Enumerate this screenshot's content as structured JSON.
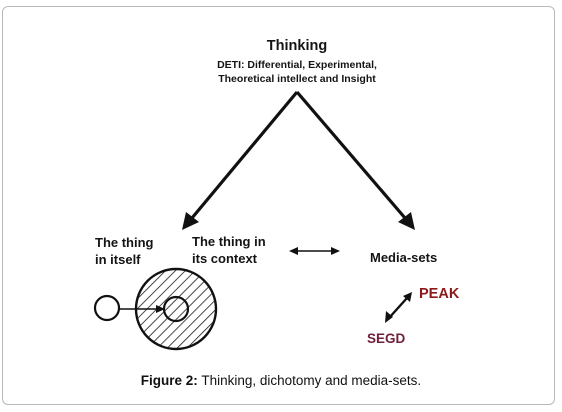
{
  "diagram": {
    "title": "Thinking",
    "subtitle_line1": "DETI: Differential, Experimental,",
    "subtitle_line2": "Theoretical intellect and Insight",
    "left_label_line1": "The thing",
    "left_label_line2": "in itself",
    "middle_label_line1": "The thing in",
    "middle_label_line2": "its context",
    "right_label": "Media-sets",
    "peak_label": "PEAK",
    "segd_label": "SEGD",
    "colors": {
      "text": "#141414",
      "peak": "#8b1a1a",
      "segd": "#6e1f3c",
      "arrow": "#111111"
    }
  },
  "caption": {
    "figure_label": "Figure 2:",
    "text": " Thinking, dichotomy and media-sets."
  }
}
